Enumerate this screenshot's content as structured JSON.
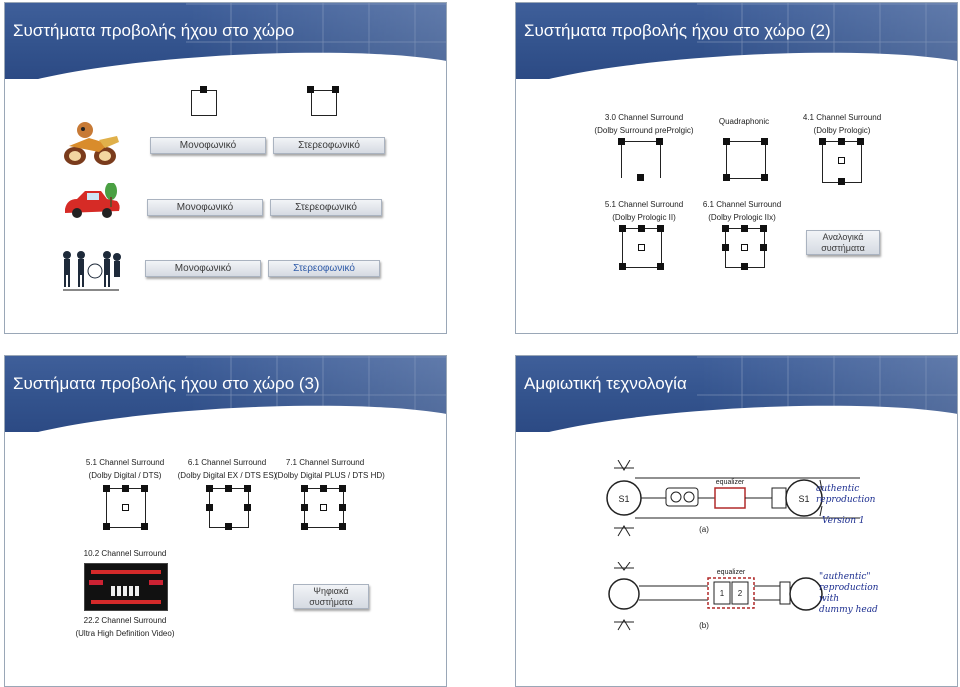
{
  "slide1": {
    "title": "Συστήματα προβολής ήχου στο χώρο",
    "row1": {
      "mono": "Μονοφωνικό",
      "stereo": "Στερεοφωνικό"
    },
    "row2": {
      "mono": "Μονοφωνικό",
      "stereo": "Στερεοφωνικό"
    },
    "row3": {
      "mono": "Μονοφωνικό",
      "stereo": "Στερεοφωνικό"
    }
  },
  "slide2": {
    "title": "Συστήματα προβολής ήχου στο χώρο (2)",
    "sys1": {
      "line1": "3.0 Channel Surround",
      "line2": "(Dolby Surround preProlgic)"
    },
    "sys2": {
      "line1": "Quadraphonic"
    },
    "sys3": {
      "line1": "4.1 Channel Surround",
      "line2": "(Dolby Prologic)"
    },
    "sys4": {
      "line1": "5.1 Channel Surround",
      "line2": "(Dolby Prologic II)"
    },
    "sys5": {
      "line1": "6.1 Channel Surround",
      "line2": "(Dolby Prologic IIx)"
    },
    "analog_button": {
      "line1": "Αναλογικά",
      "line2": "συστήματα"
    }
  },
  "slide3": {
    "title": "Συστήματα προβολής ήχου στο χώρο (3)",
    "sys1": {
      "line1": "5.1 Channel Surround",
      "line2": "(Dolby Digital / DTS)"
    },
    "sys2": {
      "line1": "6.1 Channel Surround",
      "line2": "(Dolby Digital EX / DTS ES)"
    },
    "sys3": {
      "line1": "7.1 Channel Surround",
      "line2": "(Dolby Digital PLUS / DTS HD)"
    },
    "sys4": {
      "line1": "10.2 Channel Surround"
    },
    "sys5": {
      "line1": "22.2 Channel Surround",
      "line2": "(Ultra High Definition Video)"
    },
    "digital_button": {
      "line1": "Ψηφιακά",
      "line2": "συστήματα"
    }
  },
  "slide4": {
    "title": "Αμφιωτική τεχνολογία",
    "diagram_a": {
      "source": "S1",
      "equalizer": "equalizer",
      "target": "S1",
      "caption": "(a)",
      "note1": "authentic",
      "note2": "reproduction",
      "note3": "Version 1"
    },
    "diagram_b": {
      "equalizer": "equalizer",
      "ch1": "1",
      "ch2": "2",
      "caption": "(b)",
      "note1": "\"authentic\"",
      "note2": "reproduction",
      "note3": "with",
      "note4": "dummy head"
    }
  }
}
